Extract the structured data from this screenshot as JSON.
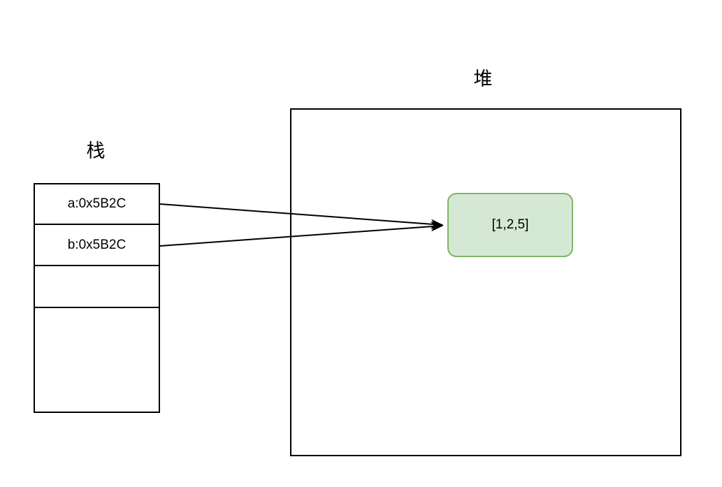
{
  "diagram": {
    "title_stack": "栈",
    "title_heap": "堆",
    "background": "#ffffff",
    "line_color": "#000000"
  },
  "stack": {
    "label": "栈",
    "cells": [
      {
        "text": "a:0x5B2C",
        "empty": false
      },
      {
        "text": "b:0x5B2C",
        "empty": false
      },
      {
        "text": "",
        "empty": true
      },
      {
        "text": "",
        "empty": true
      }
    ]
  },
  "heap": {
    "label": "堆",
    "nodes": [
      {
        "text": "[1,2,5]",
        "fill": "#d5e8d4",
        "stroke": "#82b366"
      }
    ]
  },
  "arrows": [
    {
      "from": "stack-cell-a",
      "to": "heap-node-array"
    },
    {
      "from": "stack-cell-b",
      "to": "heap-node-array"
    }
  ]
}
